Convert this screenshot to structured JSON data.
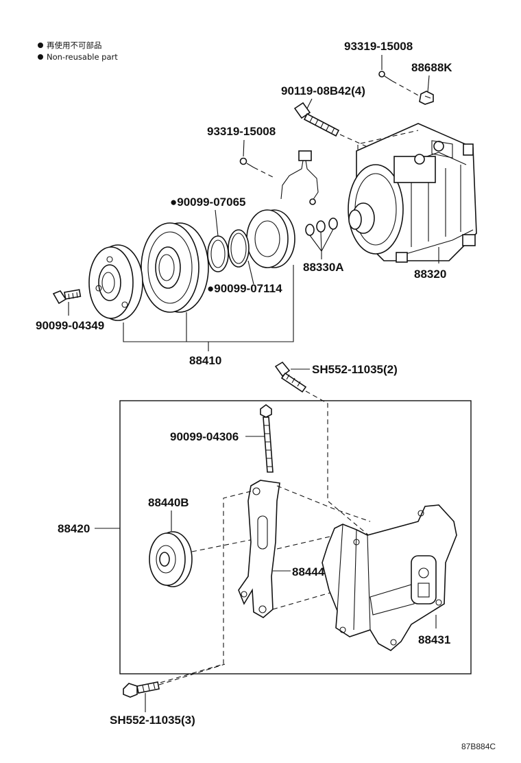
{
  "legend": {
    "line_jp": "再使用不可部品",
    "line_en": "Non-reusable part",
    "bullet": "●"
  },
  "parts": {
    "p93319_top": "93319-15008",
    "p88688K": "88688K",
    "p90119": "90119-08B42(4)",
    "p93319_mid": "93319-15008",
    "p90099_07065": "●90099-07065",
    "p90099_07114": "●90099-07114",
    "p88330A": "88330A",
    "p88320": "88320",
    "p90099_04349": "90099-04349",
    "p88410": "88410",
    "pSH552_2": "SH552-11035(2)",
    "p90099_04306": "90099-04306",
    "p88440B": "88440B",
    "p88420": "88420",
    "p88444": "88444",
    "p88431": "88431",
    "pSH552_3": "SH552-11035(3)"
  },
  "diagram_code": "87B884C"
}
